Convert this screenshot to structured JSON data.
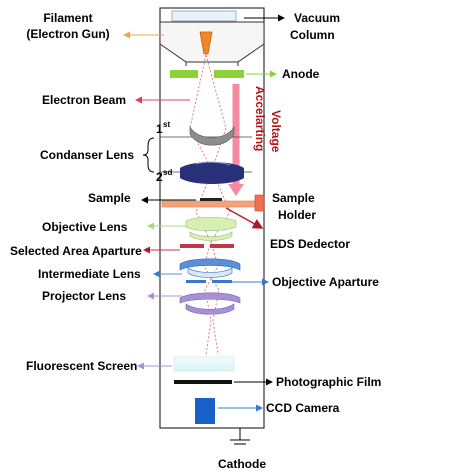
{
  "labels": {
    "filament": "Filament",
    "electron_gun": "(Electron Gun)",
    "electron_beam": "Electron Beam",
    "condenser_lens": "Condanser Lens",
    "first_num": "1",
    "first_sup": "st",
    "second_num": "2",
    "second_sup": "sd",
    "sample": "Sample",
    "objective_lens": "Objective Lens",
    "selected_area_aperture": "Selected Area Aparture",
    "intermediate_lens": "Intermediate Lens",
    "projector_lens": "Projector Lens",
    "fluorescent_screen": "Fluorescent Screen",
    "vacuum": "Vacuum",
    "column": "Column",
    "anode": "Anode",
    "accelerating_1": "Accelarting",
    "accelerating_2": "Voltage",
    "sample_holder_1": "Sample",
    "sample_holder_2": "Holder",
    "eds_detector": "EDS Dedector",
    "objective_aperture": "Objective Aparture",
    "photographic_film": "Photographic Film",
    "ccd_camera": "CCD Camera",
    "cathode": "Cathode"
  },
  "colors": {
    "filament_arrow": "#f0a050",
    "anode": "#8ad13a",
    "beam_arrow": "#e04050",
    "condenser_lens": "#8c8c8c",
    "condenser_lens_2": "#28307a",
    "voltage_arrow": "#f48aa4",
    "sample_holder": "#f4a27a",
    "eds_arrow": "#c0203a",
    "objective_lens": "#d8efb4",
    "aperture_bar": "#c03848",
    "intermediate_lens": "#5a90d8",
    "projector_lens": "#a890d8",
    "fluorescent_screen": "#e4f8f8",
    "ccd_camera": "#1a60c8",
    "accent_text": "#b01818"
  }
}
